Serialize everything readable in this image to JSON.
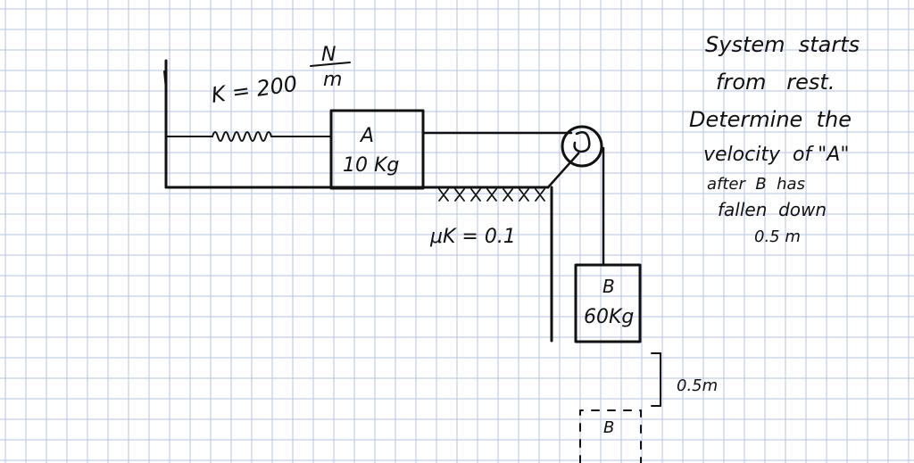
{
  "colors": {
    "grid": "#b9c3e6",
    "ink": "#111111",
    "background": "#ffffff"
  },
  "spring": {
    "label": "K = 200",
    "unit_num": "N",
    "unit_den": "m"
  },
  "block_a": {
    "name": "A",
    "mass": "10 Kg"
  },
  "friction": {
    "label": "μK = 0.1"
  },
  "block_b": {
    "name": "B",
    "mass": "60Kg"
  },
  "block_b_final": {
    "name": "B"
  },
  "drop": {
    "label": "0.5m"
  },
  "problem": {
    "lines": [
      "System  starts",
      "from   rest.",
      "Determine  the",
      "velocity  of \"A\"",
      "after  B  has",
      "fallen  down",
      "0.5 m"
    ]
  }
}
